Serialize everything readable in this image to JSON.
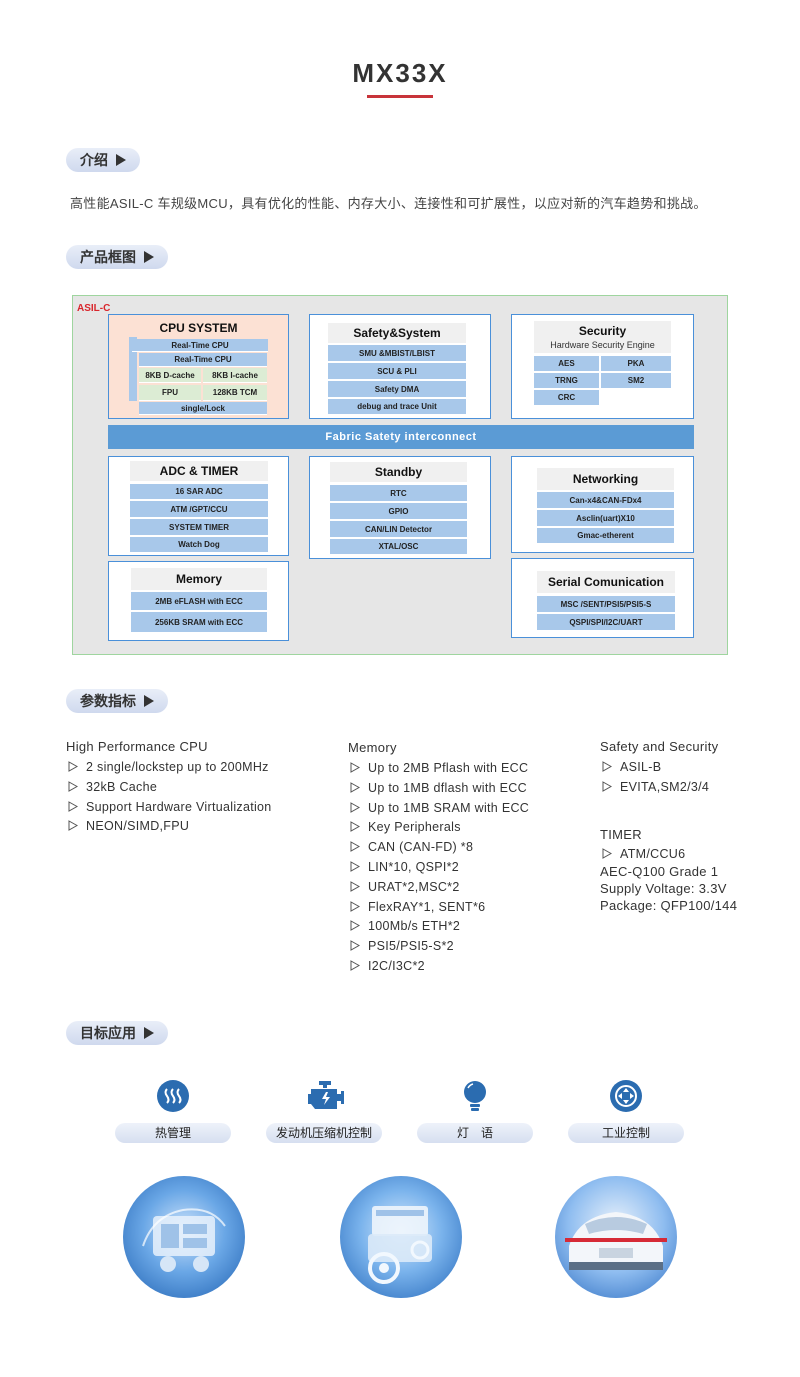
{
  "page": {
    "title": "MX33X"
  },
  "sections": {
    "intro": "介绍",
    "diagram": "产品框图",
    "params": "参数指标",
    "apps": "目标应用"
  },
  "intro_text": "高性能ASIL-C 车规级MCU，具有优化的性能、内存大小、连接性和可扩展性，以应对新的汽车趋势和挑战。",
  "diagram": {
    "asil": "ASIL-C",
    "fabric": "Fabric   Satety   interconnect",
    "cpu": {
      "title": "CPU SYSTEM",
      "rt1": "Real-Time CPU",
      "rt2": "Real-Time CPU",
      "dcache": "8KB D-cache",
      "icache": "8KB I-cache",
      "fpu": "FPU",
      "tcm": "128KB TCM",
      "lock": "single/Lock"
    },
    "safety": {
      "title": "Safety&System",
      "items": [
        "SMU &MBIST/LBIST",
        "SCU & PLI",
        "Safety DMA",
        "debug and trace Unit"
      ]
    },
    "security": {
      "title": "Security",
      "subtitle": "Hardware Security Engine",
      "aes": "AES",
      "pka": "PKA",
      "trng": "TRNG",
      "sm2": "SM2",
      "crc": "CRC"
    },
    "adc": {
      "title": "ADC & TIMER",
      "items": [
        "16 SAR ADC",
        "ATM /GPT/CCU",
        "SYSTEM TIMER",
        "Watch Dog"
      ]
    },
    "standby": {
      "title": "Standby",
      "items": [
        "RTC",
        "GPIO",
        "CAN/LIN Detector",
        "XTAL/OSC"
      ]
    },
    "networking": {
      "title": "Networking",
      "items": [
        "Can-x4&CAN-FDx4",
        "Asclin(uart)X10",
        "Gmac-etherent"
      ]
    },
    "memory": {
      "title": "Memory",
      "items": [
        "2MB  eFLASH with ECC",
        "256KB  SRAM with ECC"
      ]
    },
    "serial": {
      "title": "Serial Comunication",
      "items": [
        "MSC /SENT/PSI5/PSI5-S",
        "QSPI/SPI/I2C/UART"
      ]
    }
  },
  "params": {
    "cpu": {
      "head": "High Performance CPU",
      "items": [
        "2 single/lockstep up to 200MHz",
        "32kB Cache",
        "Support Hardware Virtualization",
        "NEON/SIMD,FPU"
      ]
    },
    "memory": {
      "head": "Memory",
      "items": [
        "Up to 2MB Pflash with ECC",
        "Up to 1MB dflash with ECC",
        "Up to 1MB SRAM with ECC",
        "Key Peripherals",
        "CAN (CAN-FD) *8",
        "LIN*10, QSPI*2",
        "URAT*2,MSC*2",
        "FlexRAY*1, SENT*6",
        "100Mb/s ETH*2",
        "PSI5/PSI5-S*2",
        "I2C/I3C*2"
      ]
    },
    "safety": {
      "head": "Safety and Security",
      "items": [
        "ASIL-B",
        "EVITA,SM2/3/4"
      ]
    },
    "timer": {
      "head": "TIMER",
      "item": "ATM/CCU6",
      "grade": "AEC-Q100 Grade 1",
      "voltage": "Supply Voltage: 3.3V",
      "package": "Package: QFP100/144"
    }
  },
  "apps": [
    {
      "label": "热管理",
      "icon": "heat-icon"
    },
    {
      "label": "发动机压缩机控制",
      "icon": "engine-icon"
    },
    {
      "label": "灯　语",
      "icon": "bulb-icon"
    },
    {
      "label": "工业控制",
      "icon": "control-icon"
    }
  ],
  "colors": {
    "accent": "#c8343a",
    "blue": "#2b6cb0",
    "cell": "#a8c8ea",
    "fabric": "#5b9bd5"
  }
}
